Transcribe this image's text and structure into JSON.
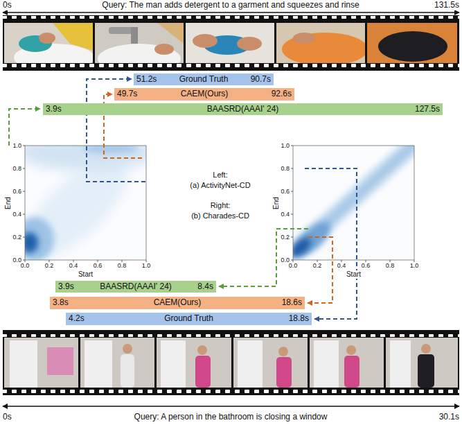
{
  "diagram": {
    "nodes": [
      {
        "text": [
          "51.2s",
          "Ground Truth",
          "90.7s"
        ]
      },
      {
        "text": [
          "49.7s",
          "CAEM(Ours)",
          "92.6s"
        ]
      },
      {
        "text": [
          "3.9s",
          "BAASRD(AAAI' 24)",
          "127.5s"
        ]
      },
      {
        "text": [
          "3.9s",
          "BAASRD(AAAI' 24)",
          "8.4s"
        ]
      },
      {
        "text": [
          "3.8s",
          "CAEM(Ours)",
          "18.6s"
        ]
      },
      {
        "text": [
          "4.2s",
          "Ground Truth",
          "18.8s"
        ]
      }
    ],
    "labels": [
      "0s",
      "Query: The man adds detergent to a garment and squeezes and rinse",
      "131.5s",
      "0.0",
      "0.2",
      "0.4",
      "0.6",
      "0.8",
      "1.0",
      "0.0",
      "0.2",
      "0.4",
      "0.6",
      "0.8",
      "1.0",
      "End",
      "Start",
      "Left:",
      "(a) ActivityNet-CD",
      "Right:",
      "(b) Charades-CD",
      "0.0",
      "0.2",
      "0.4",
      "0.6",
      "0.8",
      "1.0",
      "0.0",
      "0.2",
      "0.4",
      "0.6",
      "0.8",
      "1.0",
      "End",
      "Start",
      "0s",
      "Query: A person in the bathroom is closing a window",
      "30.1s"
    ]
  }
}
